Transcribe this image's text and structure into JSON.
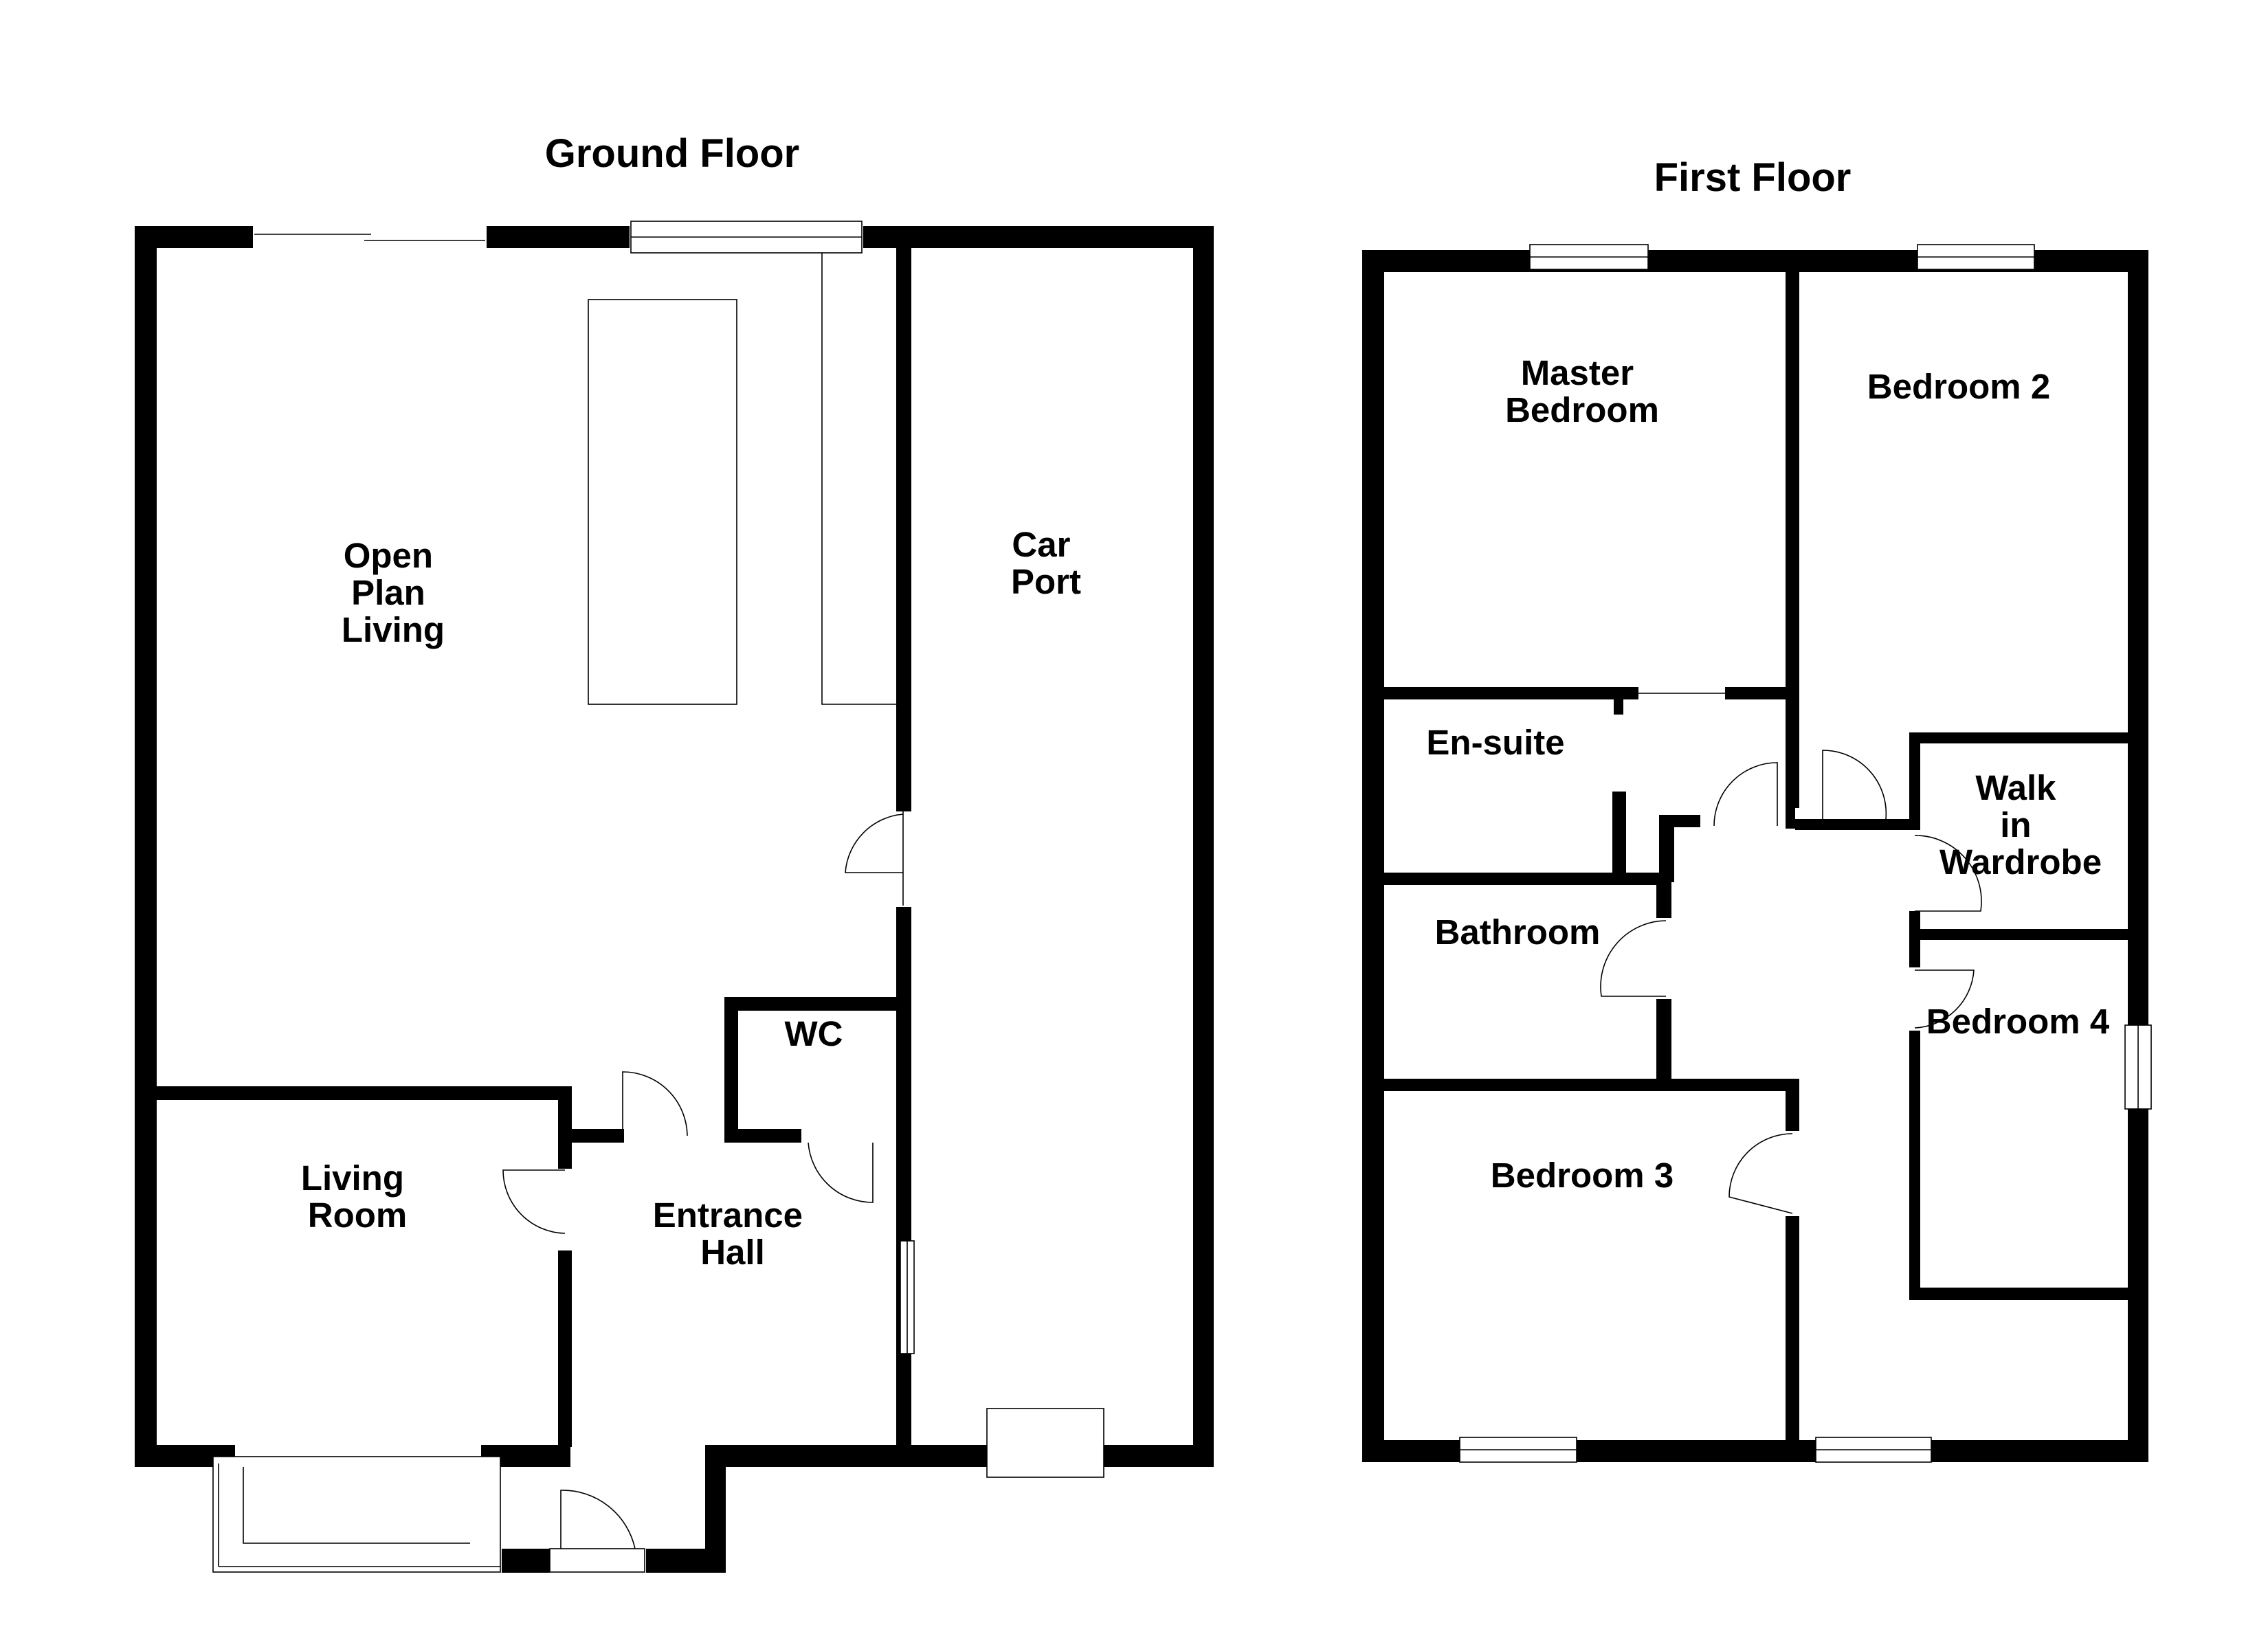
{
  "floors": {
    "ground": {
      "title": "Ground Floor",
      "rooms": {
        "open_plan": [
          "Open",
          "Plan",
          "Living"
        ],
        "car_port": [
          "Car",
          "Port"
        ],
        "wc": [
          "WC"
        ],
        "living_room": [
          "Living",
          "Room"
        ],
        "entrance_hall": [
          "Entrance",
          "Hall"
        ]
      }
    },
    "first": {
      "title": "First Floor",
      "rooms": {
        "master_bedroom": [
          "Master",
          "Bedroom"
        ],
        "bedroom_2": [
          "Bedroom 2"
        ],
        "en_suite": [
          "En-suite"
        ],
        "walk_in_wardrobe": [
          "Walk",
          "in",
          "Wardrobe"
        ],
        "bathroom": [
          "Bathroom"
        ],
        "bedroom_4": [
          "Bedroom 4"
        ],
        "bedroom_3": [
          "Bedroom 3"
        ]
      }
    }
  },
  "colors": {
    "wall": "#000000",
    "background": "#ffffff"
  }
}
